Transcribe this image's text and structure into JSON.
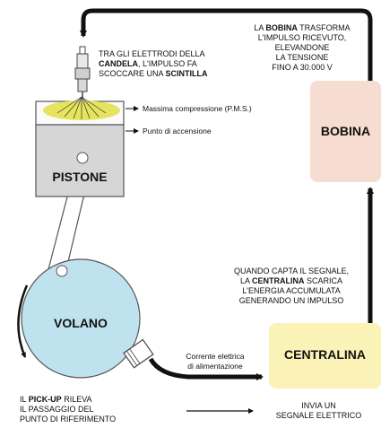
{
  "colors": {
    "bobina_fill": "#f6dcd1",
    "centralina_fill": "#fbf2b8",
    "volano_fill": "#bfe3ee",
    "pistone_fill": "#d6d6d6",
    "chamber_fill": "#fbfbfb",
    "spark_fill": "#e6e35e",
    "arrow": "#111111"
  },
  "boxes": {
    "bobina": "BOBINA",
    "centralina": "CENTRALINA",
    "pistone": "PISTONE",
    "volano": "VOLANO"
  },
  "candela_note": {
    "l1": "TRA GLI ELETTRODI DELLA",
    "l2_b": "CANDELA",
    "l2_r": ", L'IMPULSO FA",
    "l3_r": "SCOCCARE UNA ",
    "l3_b": "SCINTILLA"
  },
  "bobina_note": {
    "l1_r1": "LA ",
    "l1_b": "BOBINA",
    "l1_r2": " TRASFORMA",
    "l2": "L'IMPULSO RICEVUTO,",
    "l3": "ELEVANDONE",
    "l4": "LA TENSIONE",
    "l5": "FINO A 30.000 V"
  },
  "piston_labels": {
    "pms": "Massima compressione (P.M.S.)",
    "accensione": "Punto di accensione"
  },
  "centralina_note": {
    "l1": "QUANDO CAPTA IL SEGNALE,",
    "l2_r": "LA ",
    "l2_b": "CENTRALINA",
    "l2_r2": " SCARICA",
    "l3": "L'ENERGIA ACCUMULATA",
    "l4": "GENERANDO UN IMPULSO"
  },
  "corrente_note": {
    "l1": "Corrente elettrica",
    "l2": "di alimentazione"
  },
  "pickup_note": {
    "l1_r": "IL ",
    "l1_b": "PICK-UP",
    "l1_r2": " RILEVA",
    "l2": "IL PASSAGGIO DEL",
    "l3": "PUNTO DI RIFERIMENTO"
  },
  "segnale_note": {
    "l1": "INVIA UN",
    "l2": "SEGNALE ELETTRICO"
  }
}
